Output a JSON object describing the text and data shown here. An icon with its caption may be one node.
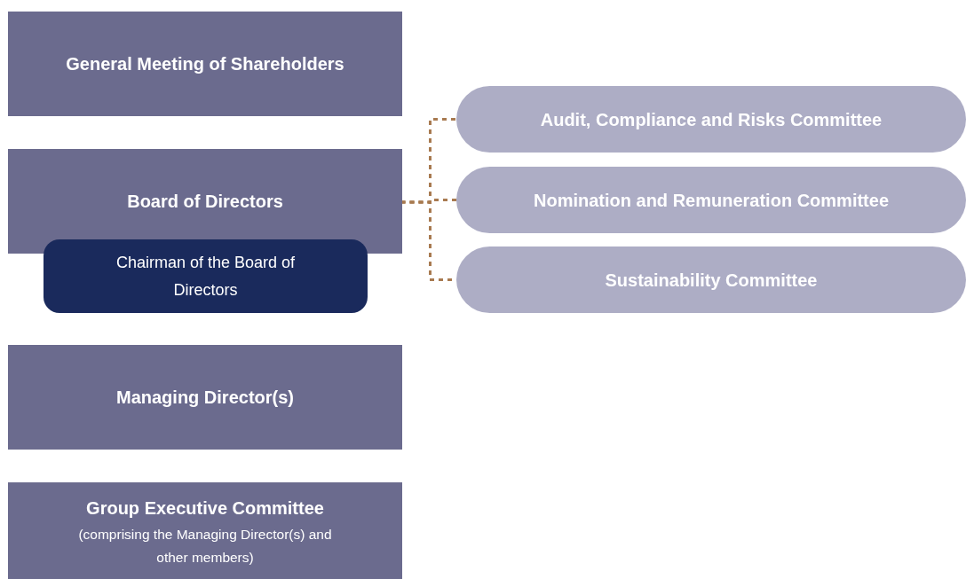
{
  "diagram": {
    "nodes": [
      {
        "text": [
          "General Meeting of Shareholders"
        ]
      },
      {
        "text": [
          "Board of Directors"
        ]
      },
      {
        "text": [
          "Chairman of the Board of Directors"
        ]
      },
      {
        "text": [
          "Managing Director(s)"
        ]
      },
      {
        "text": [
          "Group Executive Committee",
          "(comprising the Managing Director(s) and other members)"
        ]
      },
      {
        "text": [
          "Audit, Compliance and Risks Committee"
        ]
      },
      {
        "text": [
          "Nomination and Remuneration Committee"
        ]
      },
      {
        "text": [
          "Sustainability Committee"
        ]
      }
    ],
    "edges": [
      {
        "from": 1,
        "to": 5,
        "arrow": "none",
        "style": "dashed"
      },
      {
        "from": 1,
        "to": 6,
        "arrow": "none",
        "style": "dashed"
      },
      {
        "from": 1,
        "to": 7,
        "arrow": "none",
        "style": "dashed"
      }
    ]
  }
}
